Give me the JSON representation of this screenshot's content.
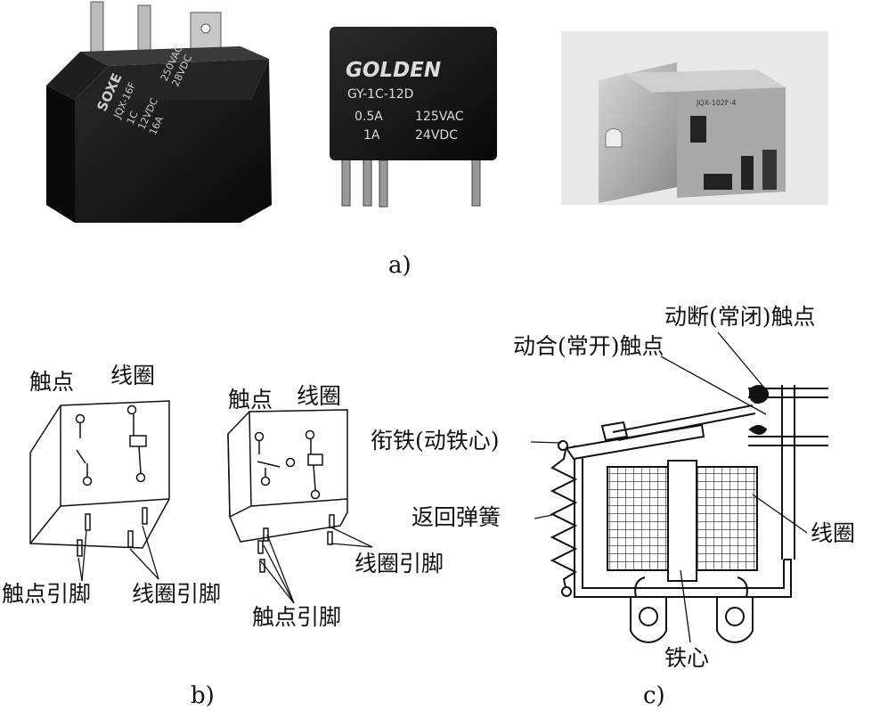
{
  "panel_a": {
    "caption": "a)",
    "relay1": {
      "brand": "SOXE",
      "model": "JQX-16F",
      "line1": "1C",
      "line2": "12VDC",
      "line3": "16A",
      "line4": "250VAC",
      "line5": "28VDC"
    },
    "relay2": {
      "brand": "GOLDEN",
      "model": "GY-1C-12D",
      "rating1_a": "0.5A",
      "rating1_v": "125VAC",
      "rating2_a": "1A",
      "rating2_v": "24VDC"
    },
    "relay3": {
      "model": "JQX-102F-4"
    }
  },
  "panel_b": {
    "caption": "b)",
    "left": {
      "contacts": "触点",
      "coil": "线圈",
      "contact_pins": "触点引脚",
      "coil_pins": "线圈引脚"
    },
    "right": {
      "contacts": "触点",
      "coil": "线圈",
      "contact_pins": "触点引脚",
      "coil_pins": "线圈引脚"
    }
  },
  "panel_c": {
    "caption": "c)",
    "nc_contact": "动断(常闭)触点",
    "no_contact": "动合(常开)触点",
    "armature": "衔铁(动铁心)",
    "return_spring": "返回弹簧",
    "coil": "线圈",
    "iron_core": "铁心"
  }
}
